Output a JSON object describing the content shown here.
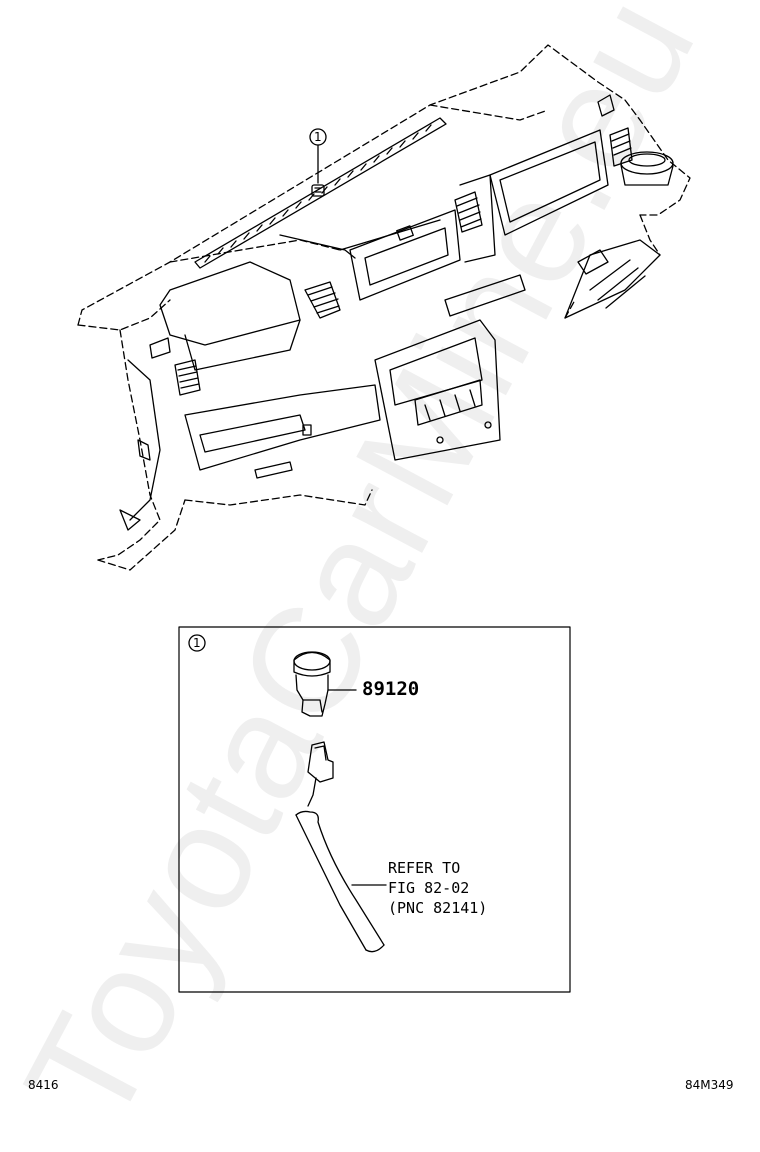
{
  "watermark": "ToyotaCarMine.eu",
  "callouts": {
    "overview": "1",
    "detail": "1"
  },
  "detail": {
    "part_number": "89120",
    "refer": {
      "line1": "REFER TO",
      "line2": "FIG 82-02",
      "line3": "(PNC 82141)"
    }
  },
  "footer": {
    "left_code": "8416",
    "right_code": "84M349"
  }
}
